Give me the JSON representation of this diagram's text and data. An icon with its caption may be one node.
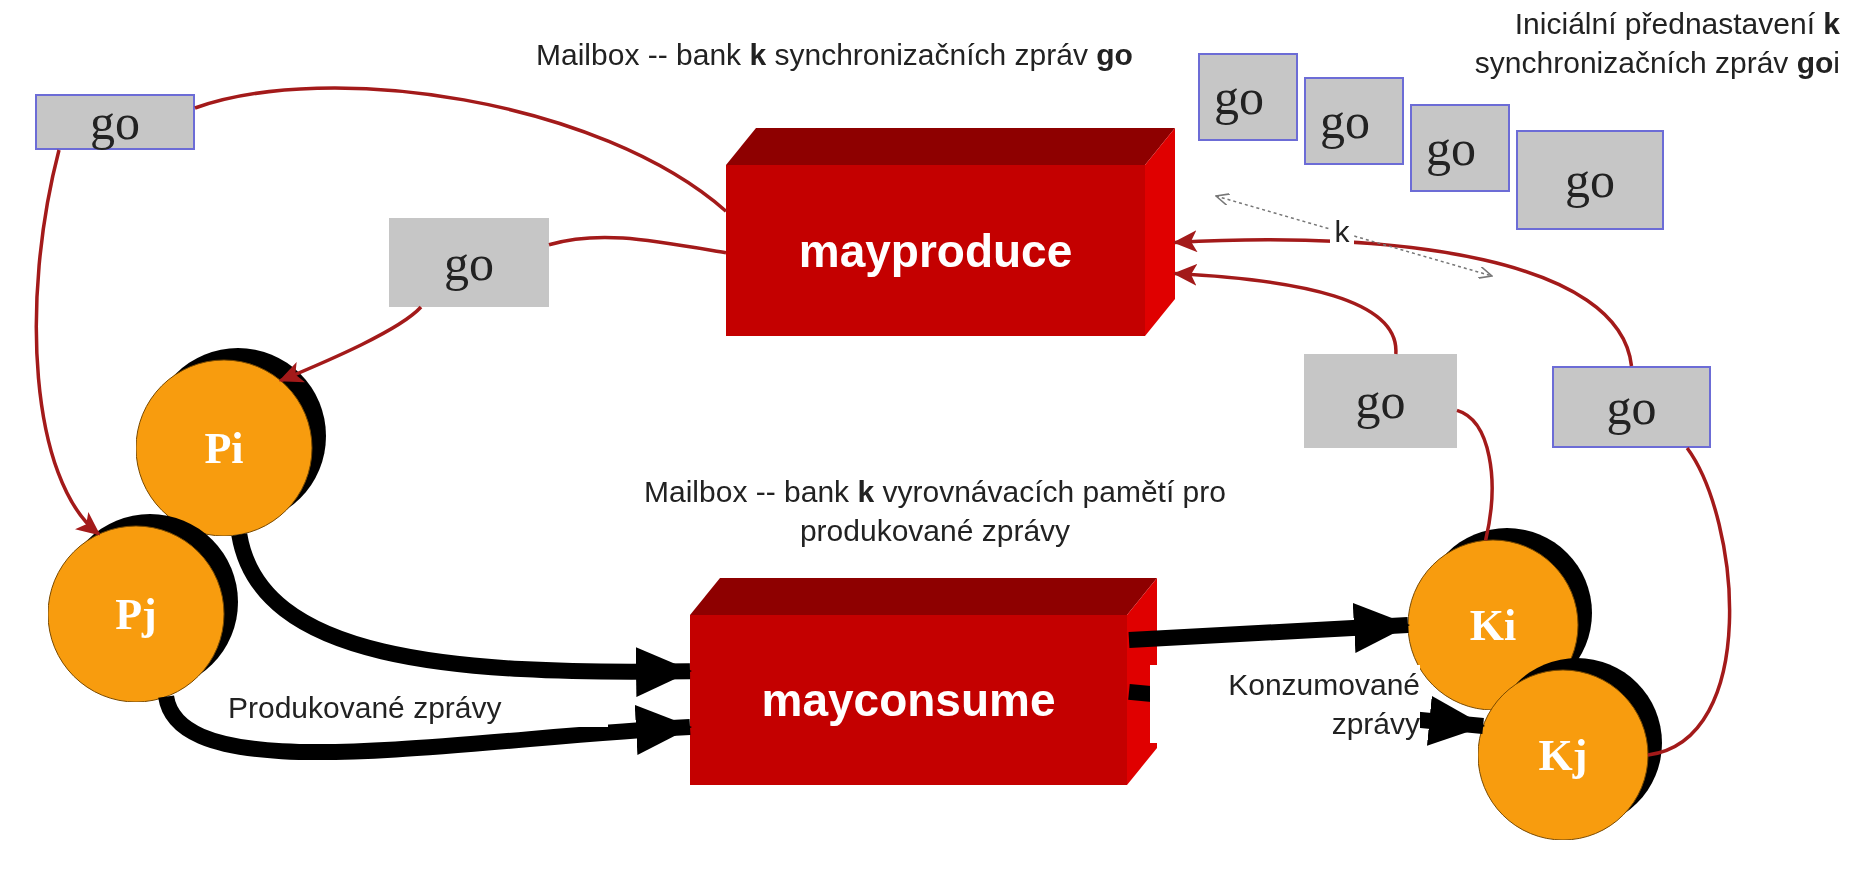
{
  "diagram": {
    "nodes": [
      {
        "text": [
          "go"
        ]
      },
      {
        "text": [
          "Mailbox -- bank **k** synchronizačních zpráv **go**",
          "mayproduce"
        ]
      },
      {
        "text": [
          "go"
        ]
      },
      {
        "text": [
          "go"
        ]
      },
      {
        "text": [
          "go"
        ]
      },
      {
        "text": [
          "go"
        ]
      },
      {
        "text": [
          "go"
        ]
      },
      {
        "text": [
          "Pi"
        ]
      },
      {
        "text": [
          "Pj"
        ]
      },
      {
        "text": [
          "Mailbox -- bank **k** vyrovnávacích pamětí pro produkované zprávy",
          "mayconsume"
        ]
      },
      {
        "text": [
          "go"
        ]
      },
      {
        "text": [
          "go"
        ]
      },
      {
        "text": [
          "Ki"
        ]
      },
      {
        "text": [
          "Kj"
        ]
      }
    ],
    "edges": [
      {
        "from": 1,
        "to": 0,
        "arrow": "none"
      },
      {
        "from": 0,
        "to": 8,
        "arrow": "to"
      },
      {
        "from": 1,
        "to": 6,
        "arrow": "none"
      },
      {
        "from": 6,
        "to": 7,
        "arrow": "to"
      },
      {
        "from": 12,
        "to": 10,
        "arrow": "none"
      },
      {
        "from": 10,
        "to": 1,
        "arrow": "to"
      },
      {
        "from": 13,
        "to": 11,
        "arrow": "none"
      },
      {
        "from": 11,
        "to": 1,
        "arrow": "to"
      },
      {
        "from": 7,
        "to": 9,
        "arrow": "to",
        "style": "thick",
        "color": "#000000"
      },
      {
        "from": 8,
        "to": 9,
        "arrow": "to",
        "style": "thick",
        "color": "#000000",
        "label": "Produkované zprávy"
      },
      {
        "from": 9,
        "to": 12,
        "arrow": "to",
        "style": "thick",
        "color": "#000000"
      },
      {
        "from": 9,
        "to": 13,
        "arrow": "to",
        "style": "thick",
        "color": "#000000",
        "label": "Konzumované zprávy"
      }
    ],
    "labels": [
      "Iniciální přednastavení **k** synchronizačních zpráv **go**i",
      "k"
    ]
  }
}
